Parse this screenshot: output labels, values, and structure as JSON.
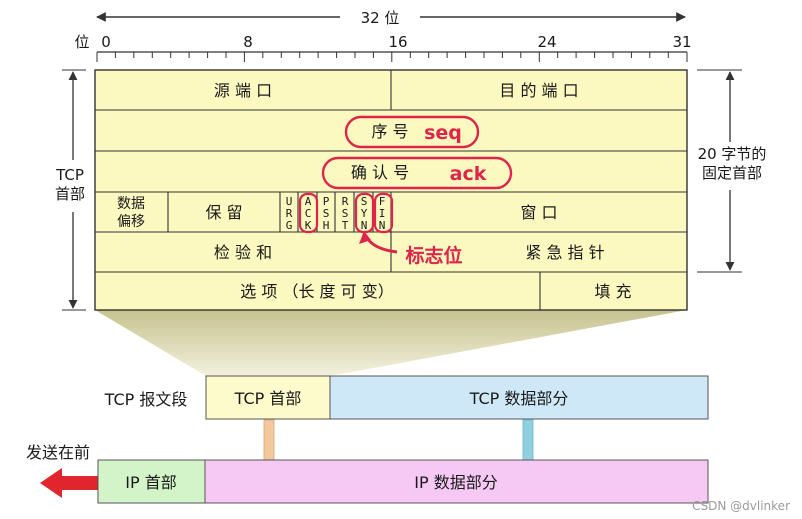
{
  "bits": {
    "width_label": "32 位",
    "unit_label": "位",
    "ticks": [
      "0",
      "8",
      "16",
      "24",
      "31"
    ]
  },
  "side": {
    "tcp_line1": "TCP",
    "tcp_line2": "首部",
    "fixed_line1": "20 字节的",
    "fixed_line2": "固定首部"
  },
  "header_fields": {
    "src_port": "源 端 口",
    "dst_port": "目 的 端 口",
    "seq": "序 号",
    "seq_tag": "seq",
    "ack": "确 认 号",
    "ack_tag": "ack",
    "offset_line1": "数据",
    "offset_line2": "偏移",
    "reserved": "保 留",
    "window": "窗 口",
    "checksum": "检 验 和",
    "urgent": "紧 急 指 针",
    "options": "选 项 （长 度 可 变）",
    "padding": "填 充"
  },
  "flags": [
    {
      "name": "URG",
      "chars": [
        "U",
        "R",
        "G"
      ],
      "highlight": false
    },
    {
      "name": "ACK",
      "chars": [
        "A",
        "C",
        "K"
      ],
      "highlight": true
    },
    {
      "name": "PSH",
      "chars": [
        "P",
        "S",
        "H"
      ],
      "highlight": false
    },
    {
      "name": "RST",
      "chars": [
        "R",
        "S",
        "T"
      ],
      "highlight": false
    },
    {
      "name": "SYN",
      "chars": [
        "S",
        "Y",
        "N"
      ],
      "highlight": true
    },
    {
      "name": "FIN",
      "chars": [
        "F",
        "I",
        "N"
      ],
      "highlight": true
    }
  ],
  "flag_callout": "标志位",
  "segment": {
    "label": "TCP 报文段",
    "header": "TCP 首部",
    "data": "TCP 数据部分"
  },
  "ip_packet": {
    "direction": "发送在前",
    "header": "IP 首部",
    "data": "IP 数据部分"
  },
  "watermark": "CSDN @dvlinker",
  "colors": {
    "cell_fill": "#fbf8c0",
    "grid_line": "#333333",
    "highlight": "#e0254b",
    "segment_header": "#fdfacb",
    "segment_data": "#cfe8f8",
    "ip_header": "#d2f4c8",
    "ip_data": "#f6c8f4",
    "send_arrow": "#e0252d",
    "header_arrow": "#f3c89a",
    "data_arrow": "#8fd0e0"
  }
}
